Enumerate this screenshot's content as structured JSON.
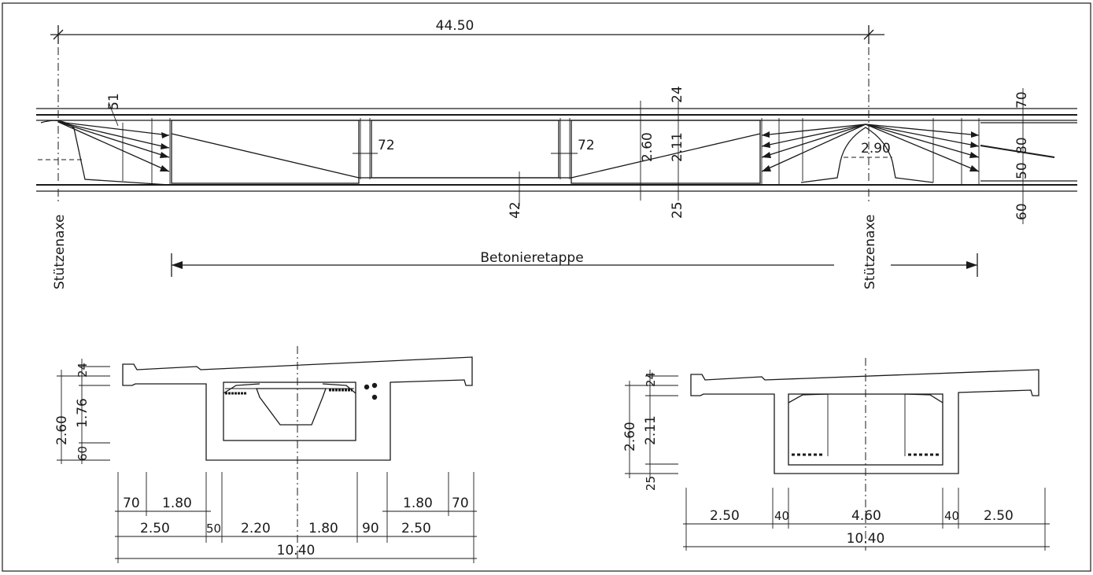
{
  "elevation": {
    "span_length": "44.50",
    "left_axis_label": "Stützenaxe",
    "right_axis_label": "Stützenaxe",
    "pour_stage_label": "Betonieretappe",
    "dims": {
      "d51": "51",
      "d24": "24",
      "d70": "70",
      "d72a": "72",
      "d72b": "72",
      "d260": "2.60",
      "d211": "2.11",
      "d290": "2.90",
      "d80": "80",
      "d50": "50",
      "d42": "42",
      "d25": "25",
      "d60": "60"
    }
  },
  "section_left": {
    "v_dims": {
      "top": "24",
      "total": "2.60",
      "web": "1.76",
      "bottom": "60"
    },
    "row1": [
      "70",
      "1.80",
      "1.80",
      "70"
    ],
    "row2": [
      "2.50",
      "50",
      "2.20",
      "1.80",
      "90",
      "2.50"
    ],
    "total": "10.40"
  },
  "section_right": {
    "v_dims": {
      "top": "24",
      "total": "2.60",
      "web": "2.11",
      "bottom": "25"
    },
    "row1": [
      "2.50",
      "40",
      "4.60",
      "40",
      "2.50"
    ],
    "total": "10.40"
  }
}
